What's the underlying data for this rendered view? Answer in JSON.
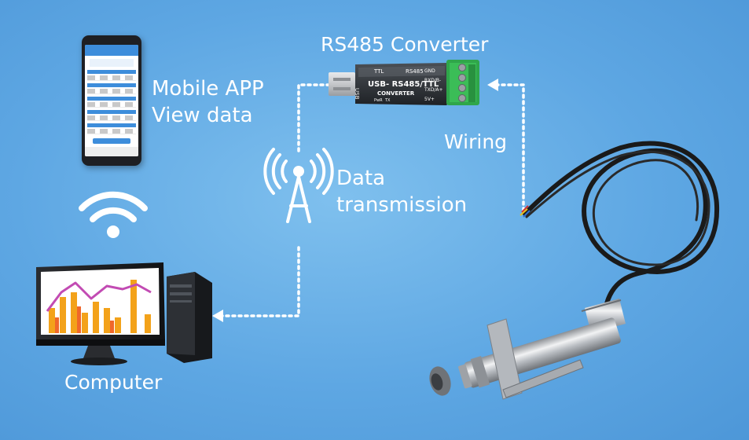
{
  "labels": {
    "converter": "RS485 Converter",
    "mobile_app_line1": "Mobile APP",
    "mobile_app_line2": "View data",
    "data_line1": "Data",
    "data_line2": "transmission",
    "wiring": "Wiring",
    "computer": "Computer"
  },
  "converter_device": {
    "brand_text": "USB- RS485/TTL",
    "sub_text": "CONVERTER",
    "ttl": "TTL",
    "rs485": "RS485",
    "pins": [
      "GND",
      "RXD/B-",
      "TXD/A+",
      "5V+"
    ],
    "side_text": "USB",
    "led_labels": [
      "PwR",
      "TX"
    ]
  },
  "colors": {
    "background": "#5ea7e3",
    "connector_green": "#2fa64a",
    "arrow": "#ffffff",
    "cable": "#1a1a1a",
    "steel": "#c9ccd0"
  }
}
